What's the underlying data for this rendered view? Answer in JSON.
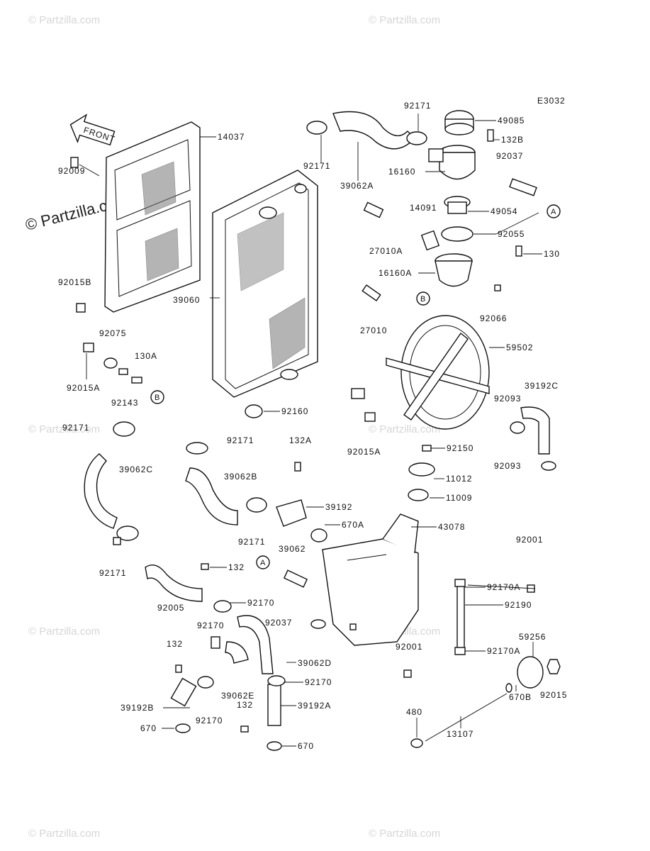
{
  "diagram": {
    "code": "E3032",
    "front_label": "FRONT",
    "watermark_main": "© Partzilla.com",
    "watermark_small": "© Partzilla.com",
    "labels": [
      {
        "id": "p14037",
        "text": "14037"
      },
      {
        "id": "p92009",
        "text": "92009"
      },
      {
        "id": "p92015B",
        "text": "92015B"
      },
      {
        "id": "p39060",
        "text": "39060"
      },
      {
        "id": "p92075",
        "text": "92075"
      },
      {
        "id": "p130A",
        "text": "130A"
      },
      {
        "id": "p92015A_l",
        "text": "92015A"
      },
      {
        "id": "p92143",
        "text": "92143"
      },
      {
        "id": "p92171_a",
        "text": "92171"
      },
      {
        "id": "p92171_b",
        "text": "92171"
      },
      {
        "id": "p92171_c",
        "text": "92171"
      },
      {
        "id": "p92171_d",
        "text": "92171"
      },
      {
        "id": "p92171_e",
        "text": "92171"
      },
      {
        "id": "p92171_f",
        "text": "92171"
      },
      {
        "id": "p39062A",
        "text": "39062A"
      },
      {
        "id": "p39062B",
        "text": "39062B"
      },
      {
        "id": "p39062C",
        "text": "39062C"
      },
      {
        "id": "p39062D",
        "text": "39062D"
      },
      {
        "id": "p39062E",
        "text": "39062E"
      },
      {
        "id": "p39062",
        "text": "39062"
      },
      {
        "id": "p49085",
        "text": "49085"
      },
      {
        "id": "p132B",
        "text": "132B"
      },
      {
        "id": "p92037_a",
        "text": "92037"
      },
      {
        "id": "p92037_b",
        "text": "92037"
      },
      {
        "id": "p16160",
        "text": "16160"
      },
      {
        "id": "p16160A",
        "text": "16160A"
      },
      {
        "id": "p14091",
        "text": "14091"
      },
      {
        "id": "p49054",
        "text": "49054"
      },
      {
        "id": "p92055",
        "text": "92055"
      },
      {
        "id": "p27010A",
        "text": "27010A"
      },
      {
        "id": "p27010",
        "text": "27010"
      },
      {
        "id": "p130",
        "text": "130"
      },
      {
        "id": "p92066",
        "text": "92066"
      },
      {
        "id": "p59502",
        "text": "59502"
      },
      {
        "id": "p92160",
        "text": "92160"
      },
      {
        "id": "p39192C",
        "text": "39192C"
      },
      {
        "id": "p92093_a",
        "text": "92093"
      },
      {
        "id": "p92093_b",
        "text": "92093"
      },
      {
        "id": "p92015A_r",
        "text": "92015A"
      },
      {
        "id": "p92150",
        "text": "92150"
      },
      {
        "id": "p132A",
        "text": "132A"
      },
      {
        "id": "p11012",
        "text": "11012"
      },
      {
        "id": "p11009",
        "text": "11009"
      },
      {
        "id": "p39192",
        "text": "39192"
      },
      {
        "id": "p670A",
        "text": "670A"
      },
      {
        "id": "p43078",
        "text": "43078"
      },
      {
        "id": "p132_a",
        "text": "132"
      },
      {
        "id": "p132_b",
        "text": "132"
      },
      {
        "id": "p132_c",
        "text": "132"
      },
      {
        "id": "p92005",
        "text": "92005"
      },
      {
        "id": "p92170_a",
        "text": "92170"
      },
      {
        "id": "p92170_b",
        "text": "92170"
      },
      {
        "id": "p92170_c",
        "text": "92170"
      },
      {
        "id": "p92170_d",
        "text": "92170"
      },
      {
        "id": "p92001_a",
        "text": "92001"
      },
      {
        "id": "p92001_b",
        "text": "92001"
      },
      {
        "id": "p92170A_a",
        "text": "92170A"
      },
      {
        "id": "p92170A_b",
        "text": "92170A"
      },
      {
        "id": "p92190",
        "text": "92190"
      },
      {
        "id": "p59256",
        "text": "59256"
      },
      {
        "id": "p92015",
        "text": "92015"
      },
      {
        "id": "p670B",
        "text": "670B"
      },
      {
        "id": "p480",
        "text": "480"
      },
      {
        "id": "p13107",
        "text": "13107"
      },
      {
        "id": "p39192B",
        "text": "39192B"
      },
      {
        "id": "p39192A",
        "text": "39192A"
      },
      {
        "id": "p670_a",
        "text": "670"
      },
      {
        "id": "p670_b",
        "text": "670"
      }
    ],
    "callouts": {
      "a1": "A",
      "a2": "A",
      "b1": "B",
      "b2": "B"
    }
  }
}
